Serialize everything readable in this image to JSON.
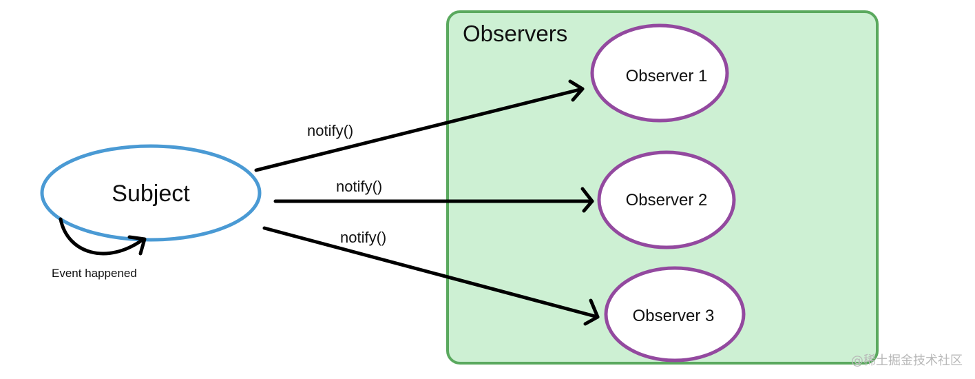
{
  "subject": {
    "label": "Subject",
    "self_event_label": "Event happened",
    "color": "#4a9ad4"
  },
  "observers_group": {
    "title": "Observers",
    "fill_color": "#cdf0d3",
    "border_color": "#5aa95e"
  },
  "observers": [
    {
      "label": "Observer 1"
    },
    {
      "label": "Observer 2"
    },
    {
      "label": "Observer 3"
    }
  ],
  "observer_color": "#93499f",
  "arrow_color": "#000000",
  "notifications": [
    {
      "label": "notify()",
      "to": "Observer 1"
    },
    {
      "label": "notify()",
      "to": "Observer 2"
    },
    {
      "label": "notify()",
      "to": "Observer 3"
    }
  ],
  "watermark": "@稀土掘金技术社区"
}
